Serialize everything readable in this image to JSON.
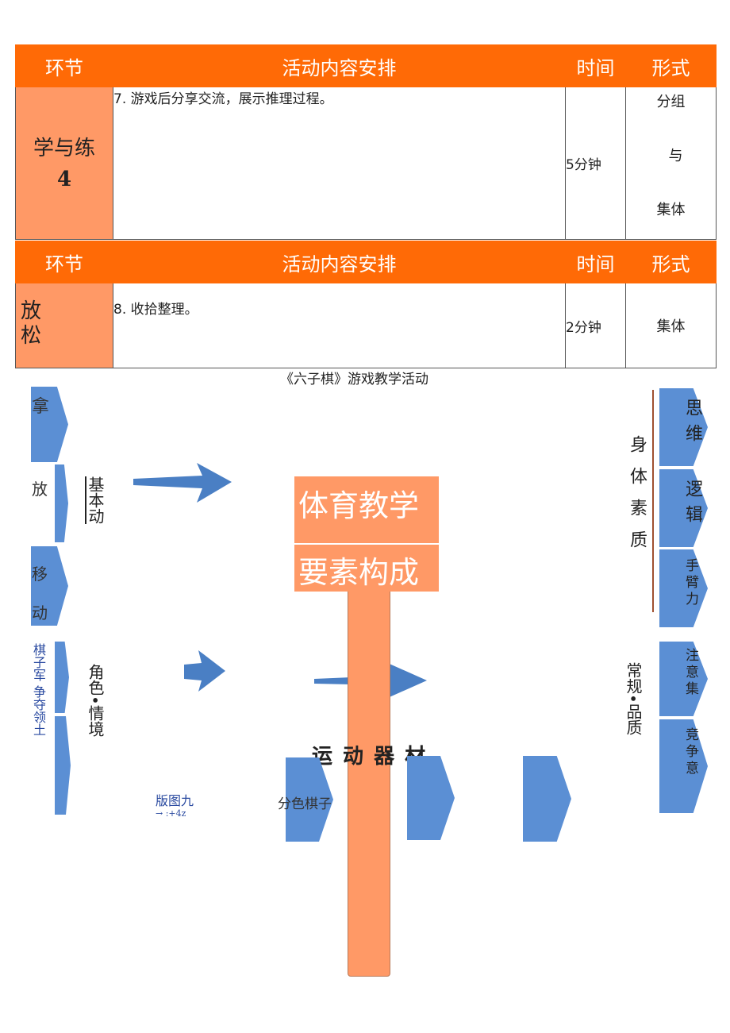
{
  "table1": {
    "headers": [
      "环节",
      "活动内容安排",
      "时间",
      "形式"
    ],
    "row": {
      "stage_line1": "学与练",
      "stage_line2": "4",
      "content": "7. 游戏后分享交流，展示推理过程。",
      "time": "5分钟",
      "form_1": "分组",
      "form_2": "与",
      "form_3": "集体"
    }
  },
  "table2": {
    "headers": [
      "环节",
      "活动内容安排",
      "时间",
      "形式"
    ],
    "row": {
      "stage_line1": "放",
      "stage_line2": "松",
      "content": "8. 收拾整理。",
      "time": "2分钟",
      "form": "集体"
    }
  },
  "diagram": {
    "caption": "《六子棋》游戏教学活动",
    "center_title_1": "体育教学",
    "center_title_2": "要素构成",
    "equipment_label": "运 动 器 材",
    "left_group_label": "基本动",
    "left_items": {
      "item1": "拿",
      "item2": "放",
      "item3_a": "移",
      "item3_b": "动"
    },
    "role_label": "角色•情境",
    "role_side_text": "棋子军 争夺领土",
    "version_text": "版图九",
    "version_sub": "→ :+4z",
    "pieces_label": "分色棋子",
    "right_group1_label": "身体素质",
    "right_group1_items": {
      "item1": "思维",
      "item2": "逻辑",
      "item3": "手臂力"
    },
    "right_group2_label": "常规•品质",
    "right_group2_items": {
      "item1": "注意集",
      "item2": "竞争意"
    },
    "colors": {
      "orange_header": "#ff6a06",
      "orange_light": "#ff9966",
      "blue": "#5b8fd4"
    }
  }
}
